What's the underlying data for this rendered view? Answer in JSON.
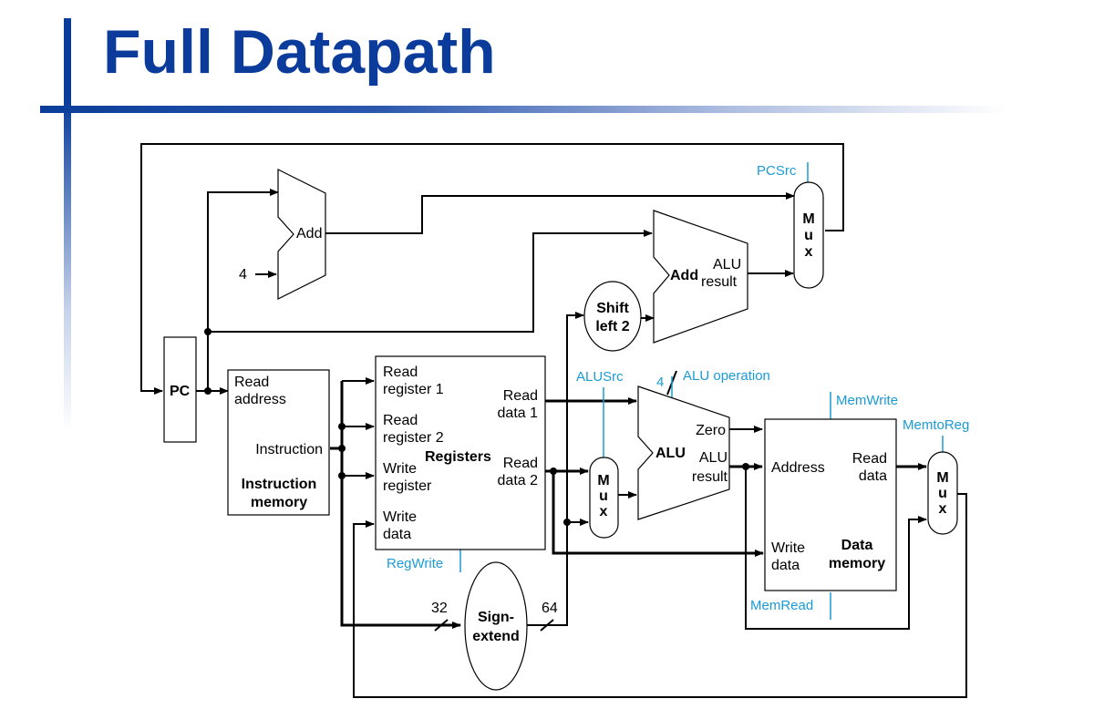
{
  "slide": {
    "title": "Full Datapath"
  },
  "labels": {
    "pc": "PC",
    "add_top": "Add",
    "four_in": "4",
    "add_branch": "Add",
    "alu_result_top": "ALU",
    "alu_result_bottom": "result",
    "shift_top": "Shift",
    "shift_bottom": "left 2",
    "im_read": "Read",
    "im_address": "address",
    "im_instruction": "Instruction",
    "im_name_1": "Instruction",
    "im_name_2": "memory",
    "rf_read_reg1_a": "Read",
    "rf_read_reg1_b": "register 1",
    "rf_read_reg2_a": "Read",
    "rf_read_reg2_b": "register 2",
    "rf_write_reg_a": "Write",
    "rf_write_reg_b": "register",
    "rf_write_data_a": "Write",
    "rf_write_data_b": "data",
    "rf_name": "Registers",
    "rf_read_data1_a": "Read",
    "rf_read_data1_b": "data 1",
    "rf_read_data2_a": "Read",
    "rf_read_data2_b": "data 2",
    "alu_name": "ALU",
    "alu_zero": "Zero",
    "alu_res_a": "ALU",
    "alu_res_b": "result",
    "alu_op_bits": "4",
    "dm_address": "Address",
    "dm_read_a": "Read",
    "dm_read_b": "data",
    "dm_write_a": "Write",
    "dm_write_b": "data",
    "dm_name_1": "Data",
    "dm_name_2": "memory",
    "se_top": "Sign-",
    "se_bottom": "extend",
    "bits_32": "32",
    "bits_64": "64",
    "mux_m": "M",
    "mux_u": "u",
    "mux_x": "x"
  },
  "control": {
    "pcsrc": "PCSrc",
    "alusrc": "ALUSrc",
    "alu_operation": "ALU operation",
    "memwrite": "MemWrite",
    "memtoreg": "MemtoReg",
    "regwrite": "RegWrite",
    "memread": "MemRead"
  },
  "colors": {
    "title": "#0b3c9c",
    "control": "#1a9bd6"
  }
}
